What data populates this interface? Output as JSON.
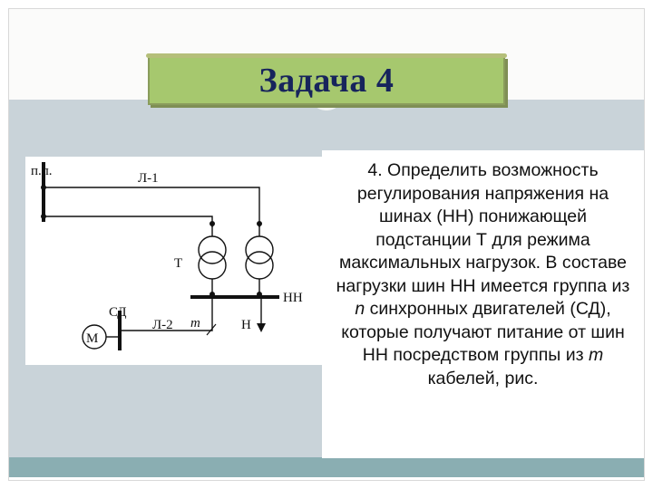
{
  "slide": {
    "title": "Задача 4",
    "task_text": {
      "part1": "4. Определить возможность регулирования напряжения на шинах (НН) понижающей подстанции Т для режима максимальных нагрузок. В составе нагрузки шин НН имеется группа из ",
      "var_n": "n",
      "part2": " синхронных двигателей (СД), которые получают питание от шин НН посредством группы из ",
      "var_m": "m",
      "part3": " кабелей, рис."
    }
  },
  "diagram": {
    "labels": {
      "pp": "п.п.",
      "l1": "Л-1",
      "t": "Т",
      "nn": "НН",
      "sd": "СД",
      "m_motor": "М",
      "l2": "Л-2",
      "m_count": "m",
      "n_load": "Н"
    }
  },
  "colors": {
    "title_bg": "#a6c86e",
    "title_text": "#17245c",
    "band": "#c9d3d9",
    "bottom_bar": "#8aaeb2"
  }
}
